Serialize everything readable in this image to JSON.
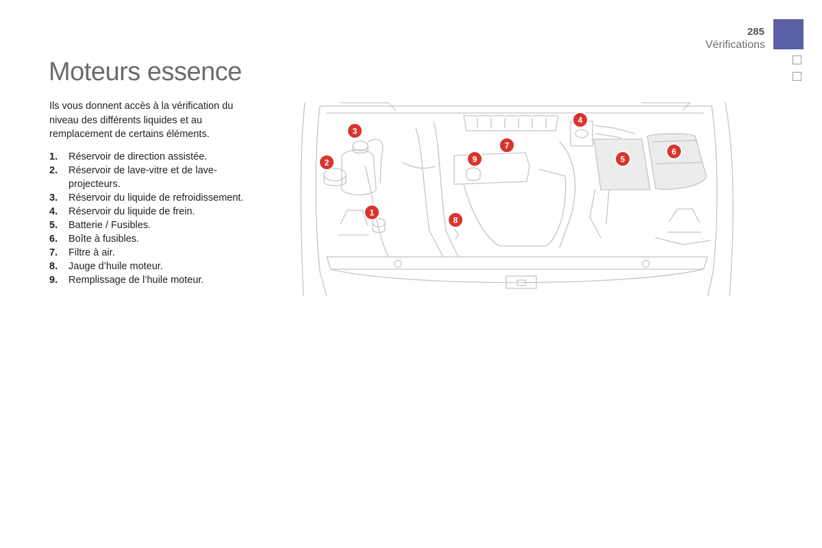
{
  "header": {
    "page_number": "285",
    "section": "Vérifications",
    "accent_color": "#5a5fa6"
  },
  "title": "Moteurs essence",
  "intro": "Ils vous donnent accès à la vérification du niveau des différents liquides et au remplacement de certains éléments.",
  "items": [
    {
      "num": "1.",
      "label": "Réservoir de direction assistée."
    },
    {
      "num": "2.",
      "label": "Réservoir de lave-vitre et de lave-projecteurs."
    },
    {
      "num": "3.",
      "label": "Réservoir du liquide de refroidissement."
    },
    {
      "num": "4.",
      "label": "Réservoir du liquide de frein."
    },
    {
      "num": "5.",
      "label": "Batterie / Fusibles."
    },
    {
      "num": "6.",
      "label": "Boîte à fusibles."
    },
    {
      "num": "7.",
      "label": "Filtre à air."
    },
    {
      "num": "8.",
      "label": "Jauge d’huile moteur."
    },
    {
      "num": "9.",
      "label": "Remplissage de l’huile moteur."
    }
  ],
  "figure": {
    "badge_color": "#d8352e",
    "markers": [
      "1",
      "2",
      "3",
      "4",
      "5",
      "6",
      "7",
      "8",
      "9"
    ]
  }
}
